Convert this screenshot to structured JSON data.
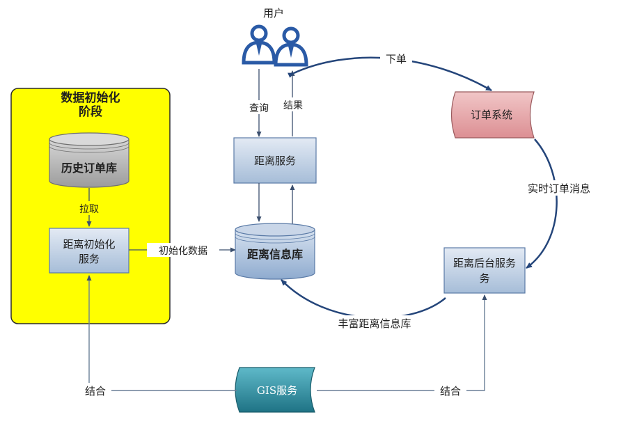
{
  "user_label": "用户",
  "phase": {
    "title_line1": "数据初始化",
    "title_line2": "阶段"
  },
  "nodes": {
    "history_db": "历史订单库",
    "dist_init_line1": "距离初始化",
    "dist_init_line2": "服务",
    "dist_service": "距离服务",
    "dist_info_db": "距离信息库",
    "order_system": "订单系统",
    "dist_backend_line1": "距离后台服务",
    "dist_backend_line2": "务",
    "gis_service": "GIS服务"
  },
  "edges": {
    "query": "查询",
    "result": "结果",
    "place_order": "下单",
    "realtime_order_msg": "实时订单消息",
    "pull": "拉取",
    "init_data": "初始化数据",
    "enrich_db": "丰富距离信息库",
    "combine_left": "结合",
    "combine_right": "结合"
  },
  "colors": {
    "phase_fill": "#ffff00",
    "box_fill_top": "#dfe7f2",
    "box_fill_bottom": "#a9bfd9",
    "box_stroke": "#5a7aa6",
    "db_gray": "#b3b3b3",
    "order_pink": "#e7a7aa",
    "gis_teal": "#2f8fa3",
    "arrow": "#24457a",
    "user_icon": "#2a5aa6"
  }
}
